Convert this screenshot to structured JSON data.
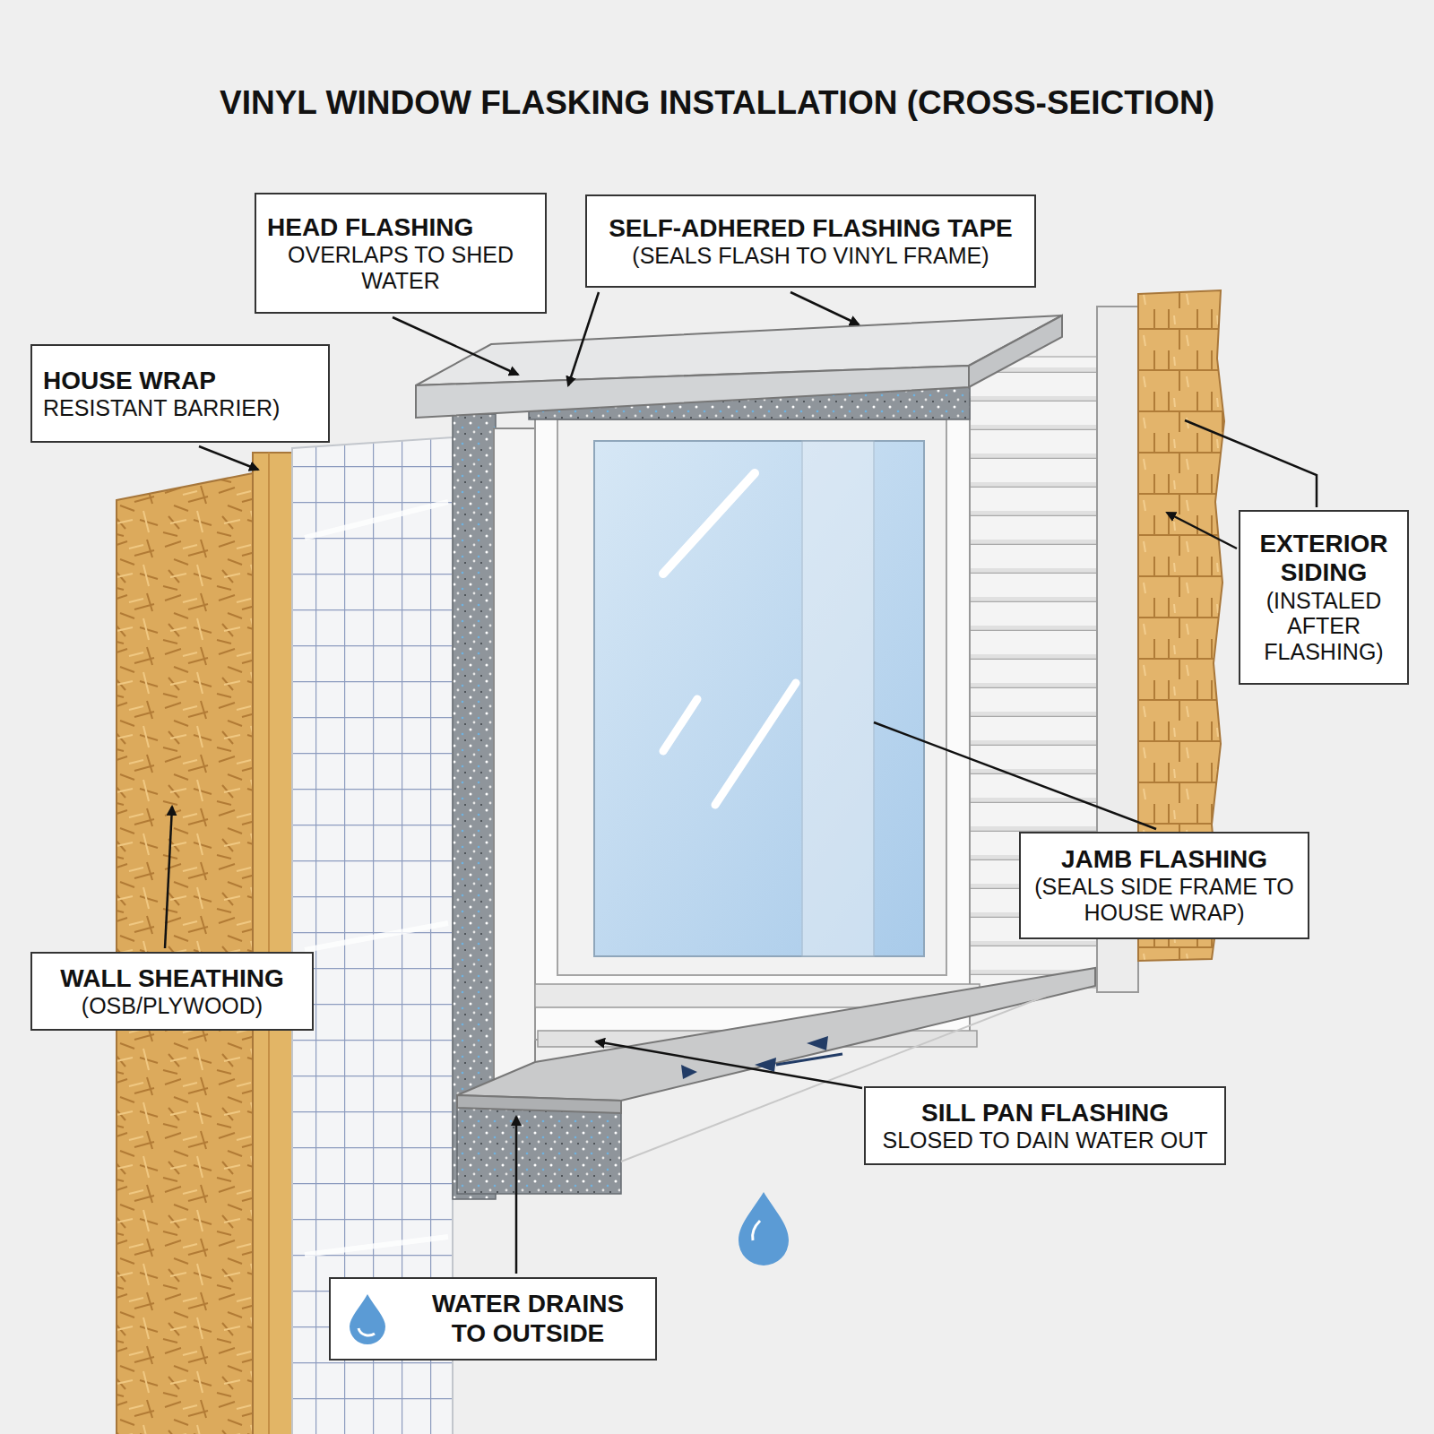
{
  "diagram": {
    "title": "VINYL WINDOW FLASKING INSTALLATION (CROSS-SEICTION)",
    "nodes": [
      {
        "text": [
          "HEAD FLASHING",
          "OVERLAPS TO SHED WATER"
        ]
      },
      {
        "text": [
          "SELF-ADHERED FLASHING TAPE",
          "(SEALS FLASH TO VINYL FRAME)"
        ]
      },
      {
        "text": [
          "HOUSE WRAP",
          "RESISTANT BARRIER)"
        ]
      },
      {
        "text": [
          "EXTERIOR SIDING",
          "(INSTALED AFTER FLASHING)"
        ]
      },
      {
        "text": [
          "JAMB FLASHING",
          "(SEALS SIDE FRAME TO HOUSE WRAP)"
        ]
      },
      {
        "text": [
          "WALL SHEATHING",
          "(OSB/PLYWOOD)"
        ]
      },
      {
        "text": [
          "SILL PAN FLASHING",
          "SLOSED TO DAIN WATER OUT"
        ]
      },
      {
        "text": [
          "WATER DRAINS TO OUTSIDE"
        ]
      }
    ]
  }
}
